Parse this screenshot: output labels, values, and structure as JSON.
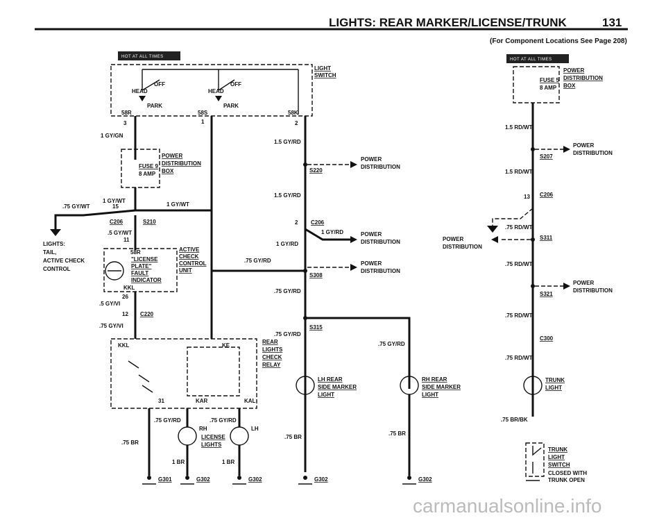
{
  "page": {
    "title": "LIGHTS: REAR MARKER/LICENSE/TRUNK",
    "number": "131",
    "subtitle": "(For Component Locations See Page 208)",
    "watermark": "carmanualsonline.info"
  },
  "badges": {
    "hot": "HOT AT ALL TIMES"
  },
  "light_switch": {
    "name": "LIGHT SWITCH",
    "head": "HEAD",
    "off": "OFF",
    "park": "PARK",
    "t58r": "58R",
    "t58s": "58S",
    "t58k": "58K",
    "p3": "3",
    "p1": "1",
    "p2": "2"
  },
  "fuse9": {
    "fuse": "FUSE 9",
    "amp": "8 AMP",
    "block": "POWER DISTRIBUTION BOX"
  },
  "fuse5": {
    "fuse": "FUSE 5",
    "amp": "8 AMP",
    "block": "POWER DISTRIBUTION BOX"
  },
  "lcc": {
    "title": "ACTIVE CHECK CONTROL UNIT",
    "indicator": "\"LICENSE PLATE\" FAULT INDICATOR",
    "t58r": "58R",
    "kkl": "KKL",
    "pin": "26"
  },
  "left_note": "LIGHTS: TAIL, ACTIVE CHECK CONTROL",
  "relay": {
    "name": "REAR LIGHTS CHECK RELAY",
    "kkl": "KKL",
    "ke": "KE",
    "kar": "KAR",
    "kal": "KAL",
    "p31": "31"
  },
  "license": {
    "name": "LICENSE LIGHTS",
    "rh": "RH",
    "lh": "LH"
  },
  "markers": {
    "lh": "LH REAR SIDE MARKER LIGHT",
    "rh": "RH REAR SIDE MARKER LIGHT"
  },
  "trunk": {
    "light": "TRUNK LIGHT",
    "switch": "TRUNK LIGHT SWITCH",
    "note1": "CLOSED WITH",
    "note2": "TRUNK OPEN"
  },
  "power_dist": "POWER DISTRIBUTION",
  "wires": {
    "w1_gy_gn": "1 GY/GN",
    "w15_gy_rd_a": "1.5 GY/RD",
    "w15_gy_rd_b": "1.5 GY/RD",
    "w1_gy_wt": "1 GY/WT",
    "w1_gy_wt_b": "1 GY/WT",
    "w75_gy_wt": ".75 GY/WT",
    "w15": "15",
    "w5_gy_wt": ".5 GY/WT",
    "w11": "11",
    "w1_gy_rd_a": "1 GY/RD",
    "w1_gy_rd_b": "1 GY/RD",
    "w75_gy_rd_a": ".75 GY/RD",
    "w75_gy_rd_b": ".75 GY/RD",
    "w75_gy_rd_c": ".75 GY/RD",
    "w75_gy_rd_d": ".75 GY/RD",
    "w75_gy_rd_e": ".75 GY/RD",
    "w75_gy_rd_f": ".75 GY/RD",
    "w5_gy_vi": ".5 GY/VI",
    "w12": "12",
    "w75_gy_vi": ".75 GY/VI",
    "w75_br_a": ".75 BR",
    "w75_br_b": ".75 BR",
    "w75_br_c": ".75 BR",
    "w1_br_a": "1 BR",
    "w1_br_b": "1 BR",
    "w15_rd_wt_a": "1.5 RD/WT",
    "w15_rd_wt_b": "1.5 RD/WT",
    "w75_rd_wt_a": ".75 RD/WT",
    "w75_rd_wt_b": ".75 RD/WT",
    "w75_rd_wt_c": ".75 RD/WT",
    "w75_rd_wt_d": ".75 RD/WT",
    "w75_br_bk": ".75 BR/BK",
    "w2a": "2",
    "w13": "13"
  },
  "connectors": {
    "s220": "S220",
    "c206": "C206",
    "c206b": "C206",
    "s210": "S210",
    "s308": "S308",
    "s315": "S315",
    "c220": "C220",
    "s207": "S207",
    "c206r": "C206",
    "s311": "S311",
    "s321": "S321",
    "c300": "C300"
  },
  "grounds": {
    "g301": "G301",
    "g302a": "G302",
    "g302b": "G302",
    "g302c": "G302",
    "g302d": "G302"
  }
}
